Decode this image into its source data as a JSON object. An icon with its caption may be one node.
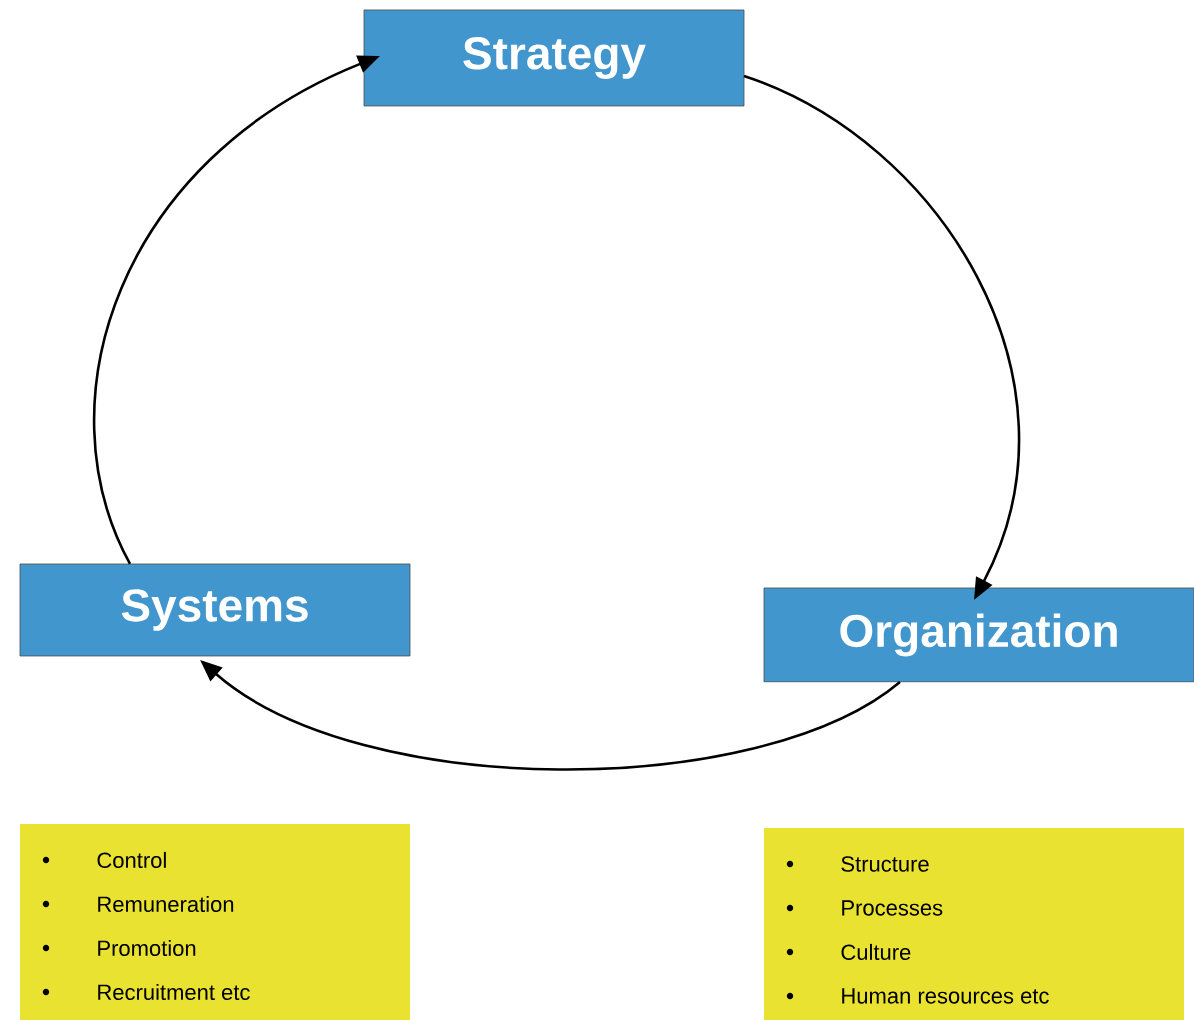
{
  "diagram": {
    "nodes": [
      {
        "text": [
          "Strategy"
        ]
      },
      {
        "text": [
          "Organization"
        ]
      },
      {
        "text": [
          "Systems"
        ]
      },
      {
        "text": [
          "Control",
          "Remuneration",
          "Promotion",
          "Recruitment etc"
        ]
      },
      {
        "text": [
          "Structure",
          "Processes",
          "Culture",
          "Human resources etc"
        ]
      }
    ],
    "edges": [
      {
        "from": 0,
        "to": 1,
        "arrow": "to"
      },
      {
        "from": 1,
        "to": 2,
        "arrow": "to"
      },
      {
        "from": 2,
        "to": 0,
        "arrow": "to"
      }
    ]
  }
}
